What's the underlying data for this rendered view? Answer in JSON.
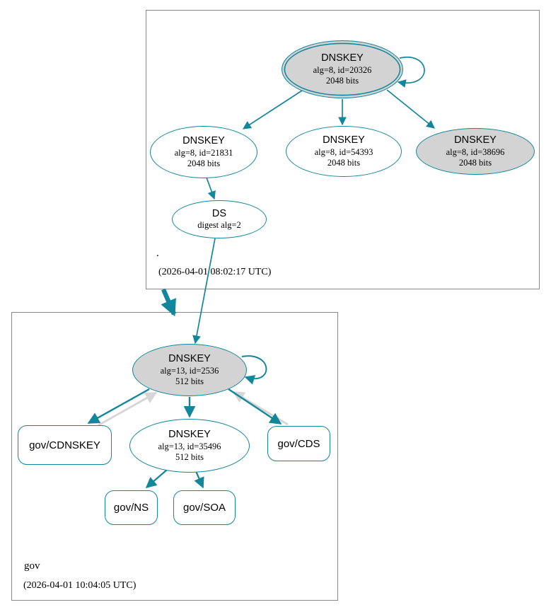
{
  "colors": {
    "accent_teal": "#12879b",
    "node_fill_gray": "#d3d3d3",
    "edge_gray": "#d6d6d6",
    "zone_border_gray": "#888888"
  },
  "root_zone": {
    "label": ".",
    "timestamp": "(2026-04-01 08:02:17 UTC)",
    "ksk": {
      "title": "DNSKEY",
      "detail": "alg=8, id=20326",
      "size": "2048 bits"
    },
    "zsk_21831": {
      "title": "DNSKEY",
      "detail": "alg=8, id=21831",
      "size": "2048 bits"
    },
    "zsk_54393": {
      "title": "DNSKEY",
      "detail": "alg=8, id=54393",
      "size": "2048 bits"
    },
    "zsk_38696": {
      "title": "DNSKEY",
      "detail": "alg=8, id=38696",
      "size": "2048 bits"
    },
    "ds": {
      "title": "DS",
      "detail": "digest alg=2"
    }
  },
  "gov_zone": {
    "label": "gov",
    "timestamp": "(2026-04-01 10:04:05 UTC)",
    "ksk": {
      "title": "DNSKEY",
      "detail": "alg=13, id=2536",
      "size": "512 bits"
    },
    "zsk": {
      "title": "DNSKEY",
      "detail": "alg=13, id=35496",
      "size": "512 bits"
    },
    "cdnskey_label": "gov/CDNSKEY",
    "cds_label": "gov/CDS",
    "ns_label": "gov/NS",
    "soa_label": "gov/SOA"
  }
}
